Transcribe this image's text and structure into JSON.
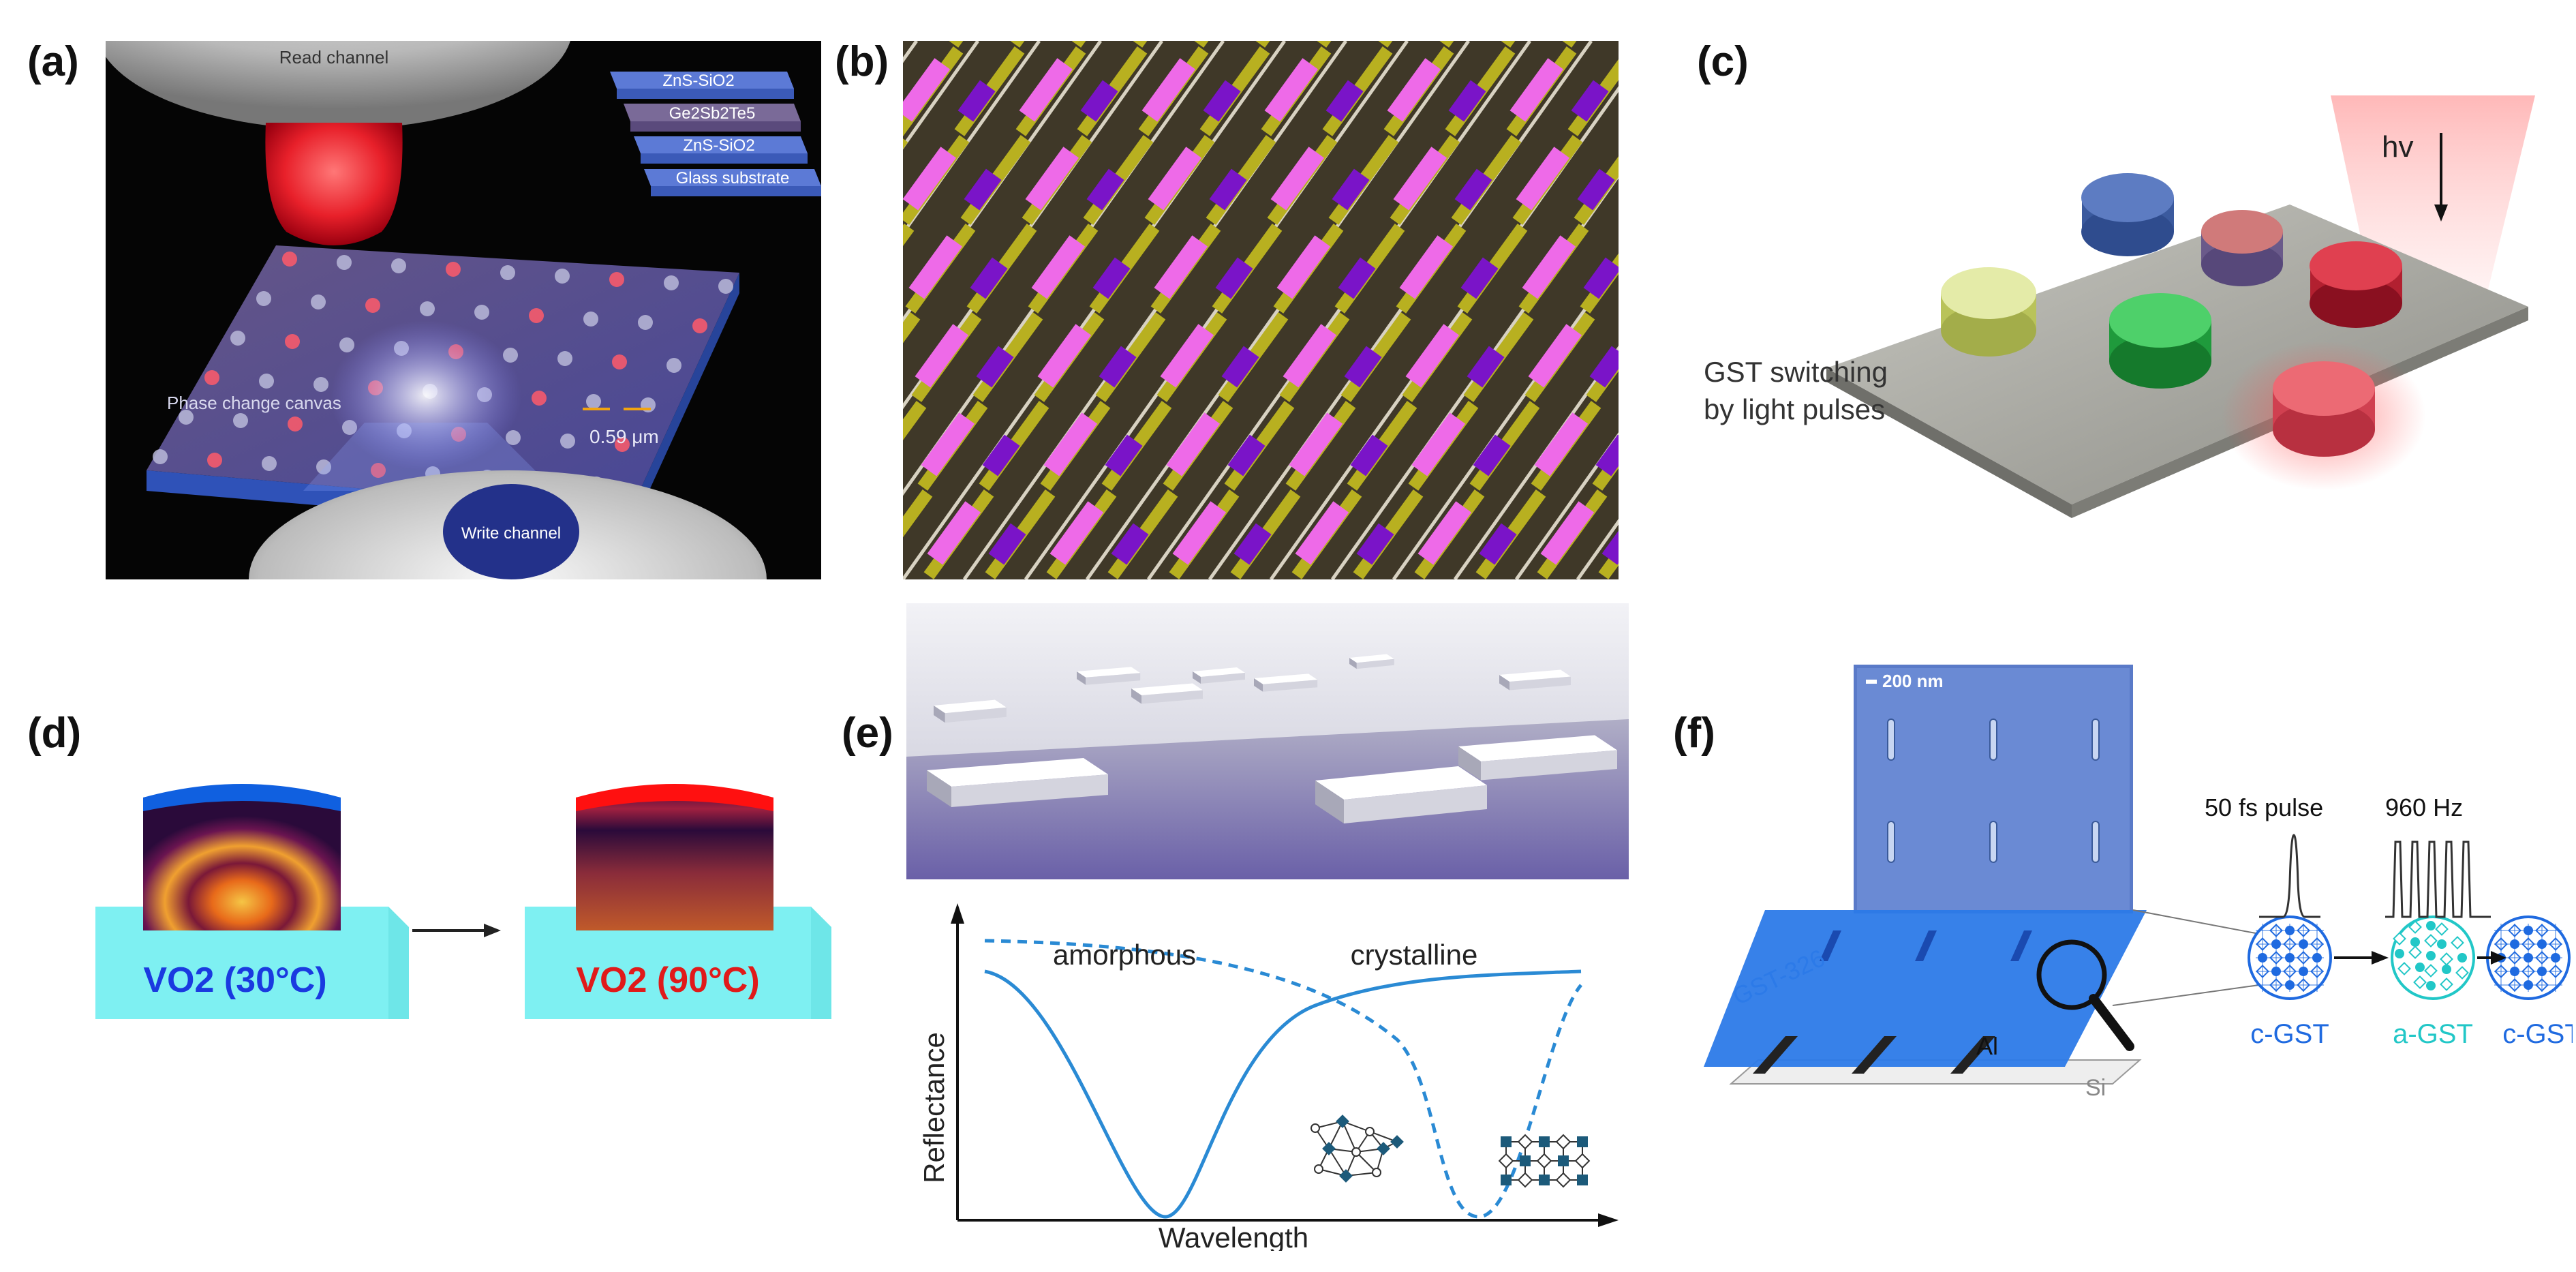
{
  "panels": {
    "a": {
      "letter": "(a)",
      "read_channel": "Read channel",
      "write_channel": "Write channel",
      "canvas_label": "Phase change canvas",
      "scale": "0.59 μm",
      "layers": [
        "ZnS-SiO2",
        "Ge2Sb2Te5",
        "ZnS-SiO2",
        "Glass substrate"
      ]
    },
    "b": {
      "letter": "(b)"
    },
    "c": {
      "letter": "(c)",
      "hv": "hv",
      "caption_line1": "GST switching",
      "caption_line2": "by light pulses"
    },
    "d": {
      "letter": "(d)",
      "left_label": "VO2 (30°C)",
      "right_label": "VO2 (90°C)"
    },
    "e": {
      "letter": "(e)",
      "amorphous": "amorphous",
      "crystalline": "crystalline",
      "ylabel": "Reflectance",
      "xlabel": "Wavelength"
    },
    "f": {
      "letter": "(f)",
      "scalebar": "200 nm",
      "pulse": "50 fs pulse",
      "freq": "960 Hz",
      "gst326": "GST-326",
      "al": "Al",
      "si": "Si",
      "states": [
        "c-GST",
        "a-GST",
        "c-GST"
      ]
    }
  }
}
